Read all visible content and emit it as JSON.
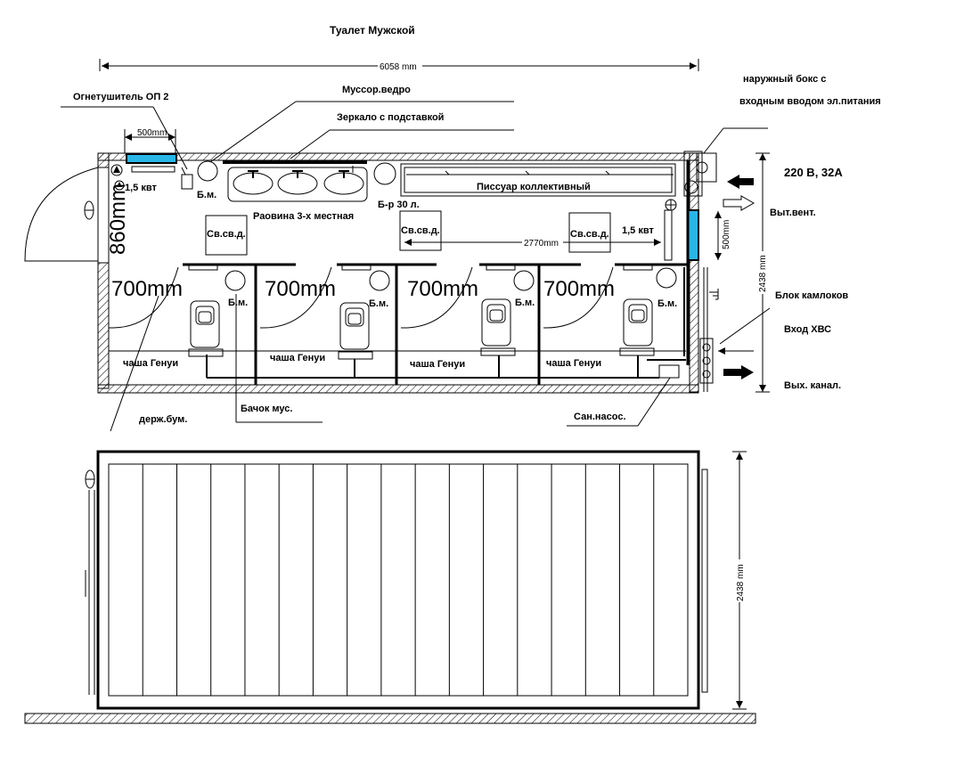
{
  "title": "Туалет Мужской",
  "dimensions": {
    "length": "6058 mm",
    "width_top": "2438 mm",
    "width_bottom": "2438 mm",
    "d500_left": "500mm",
    "d500_right": "500mm",
    "d2770": "2770mm",
    "d860": "860mm",
    "d700": [
      "700mm",
      "700mm",
      "700mm",
      "700mm"
    ]
  },
  "labels": {
    "extinguisher": "Огнетушитель ОП 2",
    "trash_bucket": "Муссор.ведро",
    "mirror": "Зеркало с подставкой",
    "heater_left": "1,5 квт",
    "heater_right": "1,5 квт",
    "bm_sink": "Б.м.",
    "sink": "Раовина 3-х местная",
    "boiler": "Б-р 30 л.",
    "urinal": "Писсуар коллективный",
    "lamp": [
      "Св.св.д.",
      "Св.св.д.",
      "Св.св.д."
    ],
    "bm_stalls": [
      "Б.м.",
      "Б.м.",
      "Б.м.",
      "Б.м."
    ],
    "genoa": [
      "чаша Генуи",
      "чаша Генуи",
      "чаша Генуи",
      "чаша Генуи"
    ],
    "paper_holder": "держ.бум.",
    "waste_bin": "Бачок мус.",
    "pump": "Сан.насос.",
    "outer_box_1": "наружный бокс с",
    "outer_box_2": "входным вводом эл.питания",
    "power": "220 В, 32А",
    "exhaust": "Выт.вент.",
    "camlock": "Блок камлоков",
    "water_in": "Вход ХВС",
    "sewer_out": "Вых.  канал."
  }
}
